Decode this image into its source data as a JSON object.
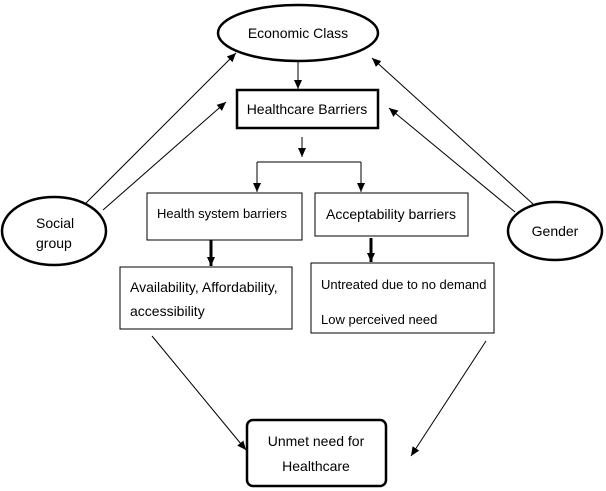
{
  "nodes": {
    "economic_class": "Economic Class",
    "healthcare_barriers": "Healthcare Barriers",
    "health_system_barriers": "Health system barriers",
    "acceptability_barriers": "Acceptability barriers",
    "availability_lines": [
      "Availability, Affordability,",
      "accessibility"
    ],
    "untreated_line1": "Untreated due to no demand",
    "untreated_line2": "Low perceived need",
    "social_group_lines": [
      "Social",
      "group"
    ],
    "gender": "Gender",
    "unmet_need_lines": [
      "Unmet need for",
      "Healthcare"
    ]
  }
}
